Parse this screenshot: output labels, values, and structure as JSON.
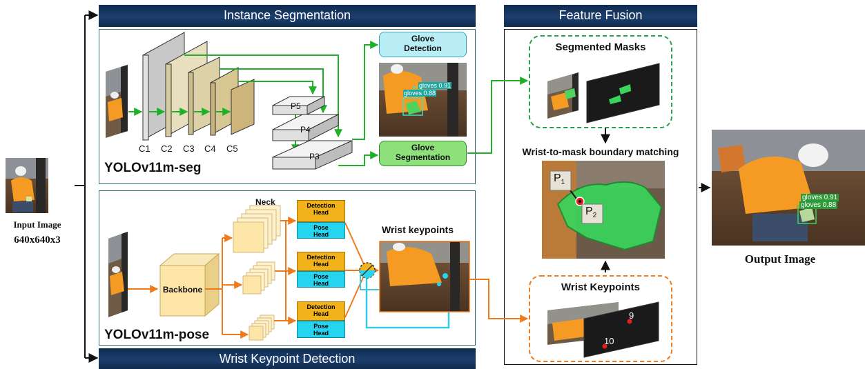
{
  "banners": {
    "instance": "Instance Segmentation",
    "wrist": "Wrist Keypoint Detection",
    "fusion": "Feature Fusion"
  },
  "input": {
    "label": "Input Image",
    "size": "640x640x3"
  },
  "output": {
    "label": "Output Image",
    "detections": [
      "gloves 0.91",
      "gloves 0.88"
    ]
  },
  "seg": {
    "model": "YOLOv11m-seg",
    "backbone_layers": [
      "C1",
      "C2",
      "C3",
      "C4",
      "C5"
    ],
    "neck_layers": [
      "P5",
      "P4",
      "P3"
    ],
    "glove_detection": [
      "Glove",
      "Detection"
    ],
    "glove_segmentation": [
      "Glove",
      "Segmentation"
    ],
    "detections": [
      "gloves 0.91",
      "gloves 0.88"
    ]
  },
  "pose": {
    "model": "YOLOv11m-pose",
    "backbone": "Backbone",
    "neck": "Neck",
    "detection_head": [
      "Detection",
      "Head"
    ],
    "pose_head": [
      "Pose",
      "Head"
    ],
    "wrist_keypoints": "Wrist keypoints"
  },
  "fusion": {
    "segmented_masks": "Segmented Masks",
    "matching": "Wrist-to-mask boundary matching",
    "p1": "P",
    "p1_sub": "1",
    "p2": "P",
    "p2_sub": "2",
    "wrist_keypoints": "Wrist Keypoints",
    "kp_9": "9",
    "kp_10": "10"
  },
  "colors": {
    "banner": "#1c3f6e",
    "panel_border": "#2f6e74",
    "green_arrow": "#1fb02a",
    "orange_arrow": "#f07a1a",
    "cyan_line": "#36c9e8",
    "mask_green": "#39d45a"
  }
}
